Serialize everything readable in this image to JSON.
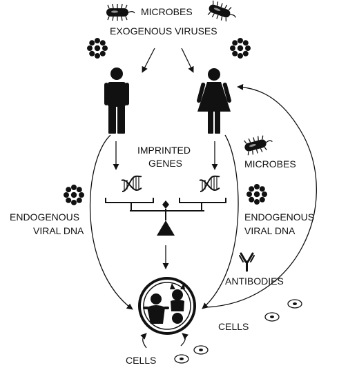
{
  "labels": {
    "microbes_top": "MICROBES",
    "exogenous_viruses": "EXOGENOUS VIRUSES",
    "imprinted_line1": "IMPRINTED",
    "imprinted_line2": "GENES",
    "microbes_right": "MICROBES",
    "endogenous_left_line1": "ENDOGENOUS",
    "endogenous_left_line2": "VIRAL DNA",
    "endogenous_right_line1": "ENDOGENOUS",
    "endogenous_right_line2": "VIRAL DNA",
    "antibodies": "ANTIBODIES",
    "cells_right": "CELLS",
    "cells_bottom": "CELLS"
  },
  "icons": {
    "bacteria": "bacteria-icon",
    "virus": "virus-icon",
    "father": "male-figure-icon",
    "mother": "female-figure-icon",
    "dna": "dna-helix-icon",
    "scale": "balance-scale-icon",
    "antibody": "antibody-icon",
    "children": "babies-icon",
    "cell": "cell-icon"
  },
  "colors": {
    "ink": "#111111",
    "background": "#ffffff"
  }
}
